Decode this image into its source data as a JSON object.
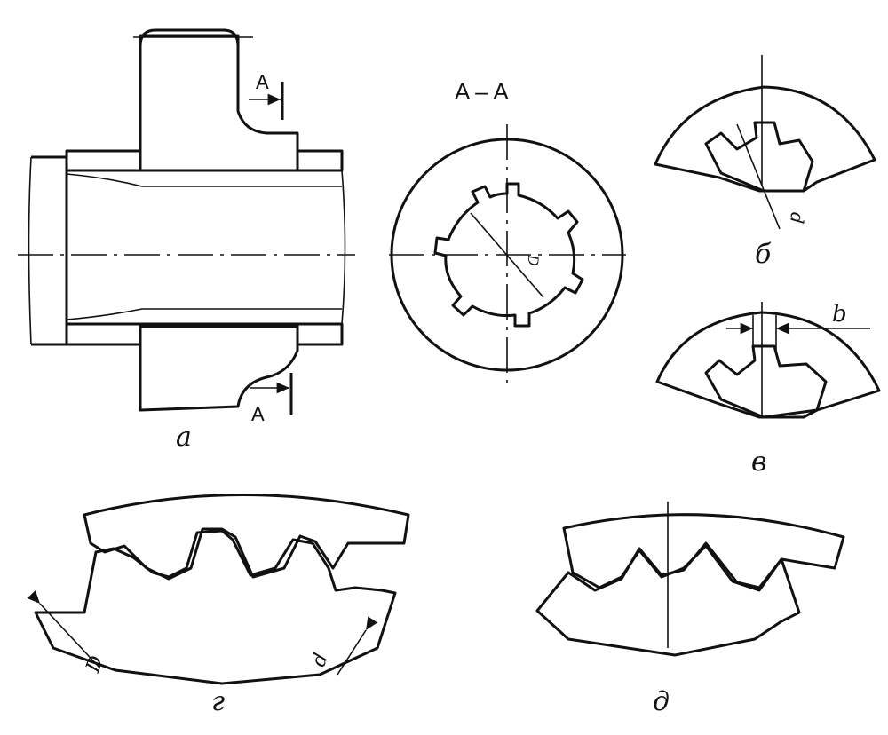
{
  "labels": {
    "view_a": "а",
    "view_b": "б",
    "view_v": "в",
    "view_g": "г",
    "view_d": "д",
    "section_title": "A – A",
    "section_mark": "A",
    "dim_d": "D",
    "dim_d_small": "d",
    "dim_b": "b"
  },
  "colors": {
    "line": "#111111",
    "background": "#ffffff"
  }
}
